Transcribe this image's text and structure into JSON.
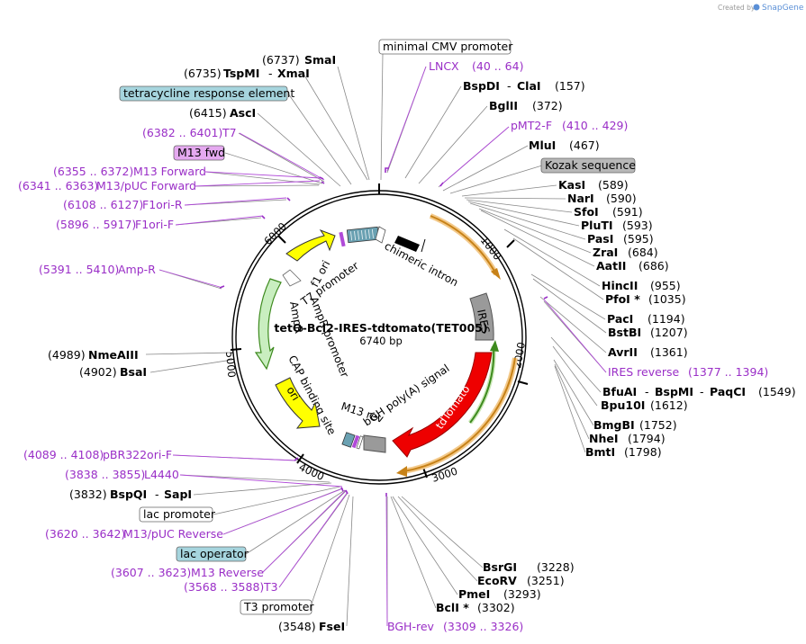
{
  "watermark": {
    "created_by": "Created by",
    "brand": "SnapGene"
  },
  "center": {
    "title": "tetO-Bcl2-IRES-tdtomato(TET005)",
    "size": "6740 bp"
  },
  "ticks": [
    "1000",
    "2000",
    "3000",
    "4000",
    "5000",
    "6000"
  ],
  "inner_features": [
    "chimeric intron",
    "IRES",
    "tdTomato",
    "bGH poly(A) signal",
    "M13 rev",
    "CAP binding site",
    "lac promoter",
    "AmpR",
    "AmpR promoter",
    "ori",
    "f1 ori",
    "T7 promoter"
  ],
  "labels": {
    "smai_pos": "(6737)",
    "smai_name": "SmaI",
    "tspmi_pos": "(6735)",
    "tspmi_name": "TspMI",
    "tspmi_sep": "-",
    "xmai_name": "XmaI",
    "tre_box": "tetracycline response element",
    "asci_pos": "(6415)",
    "asci_name": "AscI",
    "t7_pos": "(6382 .. 6401)",
    "t7_name": "T7",
    "m13fwd_box": "M13 fwd",
    "m13forward_pos": "(6355 .. 6372)",
    "m13forward_name": "M13 Forward",
    "m13puc_fwd_pos": "(6341 .. 6363)",
    "m13puc_fwd_name": "M13/pUC Forward",
    "f1orir_pos": "(6108 .. 6127)",
    "f1orir_name": "F1ori-R",
    "f1orif_pos": "(5896 .. 5917)",
    "f1orif_name": "F1ori-F",
    "ampr_pos": "(5391 .. 5410)",
    "ampr_name": "Amp-R",
    "nmeaiii_pos": "(4989)",
    "nmeaiii_name": "NmeAIII",
    "bsai_pos": "(4902)",
    "bsai_name": "BsaI",
    "pbr_pos": "(4089 .. 4108)",
    "pbr_name": "pBR322ori-F",
    "l4440_pos": "(3838 .. 3855)",
    "l4440_name": "L4440",
    "bspqi_pos": "(3832)",
    "bspqi_name": "BspQI",
    "bspqi_sep": "-",
    "sapi_name": "SapI",
    "lacprom_box": "lac promoter",
    "m13puc_rev_pos": "(3620 .. 3642)",
    "m13puc_rev_name": "M13/pUC Reverse",
    "lacop_box": "lac operator",
    "m13rev_pos": "(3607 .. 3623)",
    "m13rev_name": "M13 Reverse",
    "t3_pos": "(3568 .. 3588)",
    "t3_name": "T3",
    "t3prom_box": "T3 promoter",
    "fsei_pos": "(3548)",
    "fsei_name": "FseI",
    "bghrev_name": "BGH-rev",
    "bghrev_pos": "(3309 .. 3326)",
    "cmv_box": "minimal CMV promoter",
    "lncx_name": "LNCX",
    "lncx_pos": "(40 .. 64)",
    "bspdi_name": "BspDI",
    "bspdi_sep": "-",
    "clai_name": "ClaI",
    "clai_pos": "(157)",
    "bglii_name": "BglII",
    "bglii_pos": "(372)",
    "pmt2_name": "pMT2-F",
    "pmt2_pos": "(410 .. 429)",
    "mlui_name": "MluI",
    "mlui_pos": "(467)",
    "kozak_box": "Kozak sequence",
    "kasi_name": "KasI",
    "kasi_pos": "(589)",
    "nari_name": "NarI",
    "nari_pos": "(590)",
    "sfoi_name": "SfoI",
    "sfoi_pos": "(591)",
    "pluti_name": "PluTI",
    "pluti_pos": "(593)",
    "pasi_name": "PasI",
    "pasi_pos": "(595)",
    "zrai_name": "ZraI",
    "zrai_pos": "(684)",
    "aatii_name": "AatII",
    "aatii_pos": "(686)",
    "hincii_name": "HincII",
    "hincii_pos": "(955)",
    "pfoi_name": "PfoI *",
    "pfoi_pos": "(1035)",
    "paci_name": "PacI",
    "paci_pos": "(1194)",
    "bstbi_name": "BstBI",
    "bstbi_pos": "(1207)",
    "avrii_name": "AvrII",
    "avrii_pos": "(1361)",
    "iresrev_name": "IRES reverse",
    "iresrev_pos": "(1377 .. 1394)",
    "bfuai_name": "BfuAI",
    "bfuai_sep1": "-",
    "bspmi_name": "BspMI",
    "bfuai_sep2": "-",
    "paqci_name": "PaqCI",
    "paqci_pos": "(1549)",
    "bpu10i_name": "Bpu10I",
    "bpu10i_pos": "(1612)",
    "bmgbi_name": "BmgBI",
    "bmgbi_pos": "(1752)",
    "nhei_name": "NheI",
    "nhei_pos": "(1794)",
    "bmti_name": "BmtI",
    "bmti_pos": "(1798)",
    "bsrgi_name": "BsrGI",
    "bsrgi_pos": "(3228)",
    "ecorv_name": "EcoRV",
    "ecorv_pos": "(3251)",
    "pmei_name": "PmeI",
    "pmei_pos": "(3293)",
    "bcli_name": "BclI *",
    "bcli_pos": "(3302)"
  }
}
